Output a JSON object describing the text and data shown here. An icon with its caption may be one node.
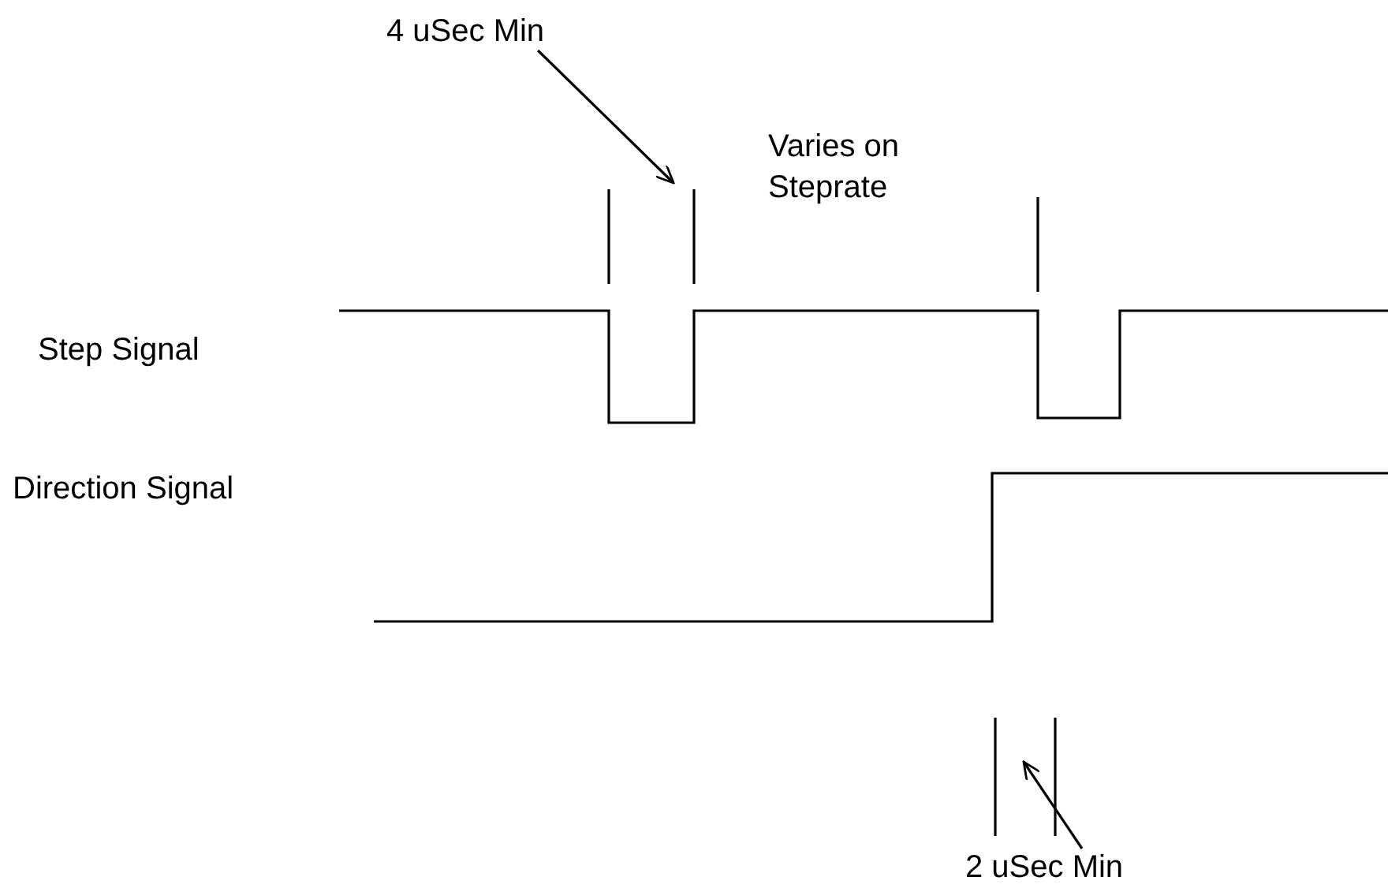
{
  "diagram": {
    "nodes": [
      {
        "text": [
          "4 uSec Min"
        ]
      },
      {
        "text": [
          "2 uSec Min"
        ]
      }
    ],
    "edges": [
      {
        "from": 0,
        "to": null,
        "arrow": "to"
      },
      {
        "from": 1,
        "to": null,
        "arrow": "to"
      }
    ],
    "labels": [
      "Varies on Steprate",
      "Step Signal",
      "Direction Signal"
    ]
  }
}
